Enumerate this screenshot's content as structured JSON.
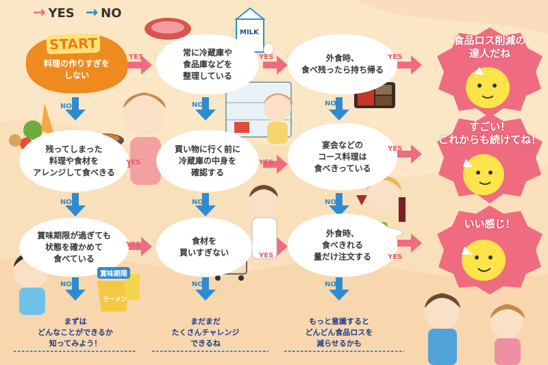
{
  "legend": {
    "yes": "YES",
    "no": "NO"
  },
  "start": {
    "tag": "START",
    "text": "料理の作りすぎを\nしない"
  },
  "nodes": {
    "n1": "常に冷蔵庫や\n食品庫などを\n整理している",
    "n2": "外食時、\n食べ残ったら持ち帰る",
    "n3": "残ってしまった\n料理や食材を\nアレンジして食べきる",
    "n4": "買い物に行く前に\n冷蔵庫の中身を\n確認する",
    "n5": "宴会などの\nコース料理は\n食べきっている",
    "n6": "賞味期限が過ぎても\n状態を確かめて\n食べている",
    "n7": "食材を\n買いすぎない",
    "n8": "外食時、\n食べきれる\n量だけ注文する"
  },
  "results": {
    "r1": "食品ロス削減の\n達人だね",
    "r2": "すごい！\nこれからも続けてね！",
    "r3": "いい感じ！"
  },
  "tips": {
    "t1": "まずは\nどんなことができるか\n知ってみよう！",
    "t2": "まだまだ\nたくさんチャレンジ\nできるね",
    "t3": "もっと意識すると\nどんどん食品ロスを\n減らせるかも"
  },
  "labels": {
    "yes": "YES",
    "no": "NO",
    "expiry": "賞味期限",
    "ramen": "ラーメン",
    "milk": "MILK"
  },
  "colors": {
    "yes_arrow": "#ef6b80",
    "no_arrow": "#2e8bcf",
    "start": "#ef8a1f",
    "result": "#ef6b80",
    "character": "#fde44a"
  }
}
